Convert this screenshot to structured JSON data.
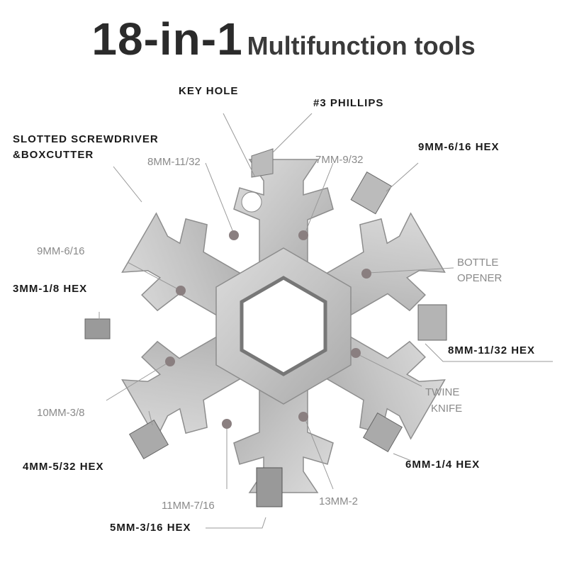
{
  "title": {
    "big": "18-in-1",
    "small": "Multifunction tools"
  },
  "labels": {
    "key_hole": "KEY  HOLE",
    "phillips": "#3 PHILLIPS",
    "slotted_1": "SLOTTED  SCREWDRIVER",
    "slotted_2": "&BOXCUTTER",
    "hex_9mm": "9MM-6/16 HEX",
    "hex_3mm": "3MM-1/8  HEX",
    "hex_8mm": "8MM-11/32 HEX",
    "hex_4mm": "4MM-5/32  HEX",
    "hex_6mm": "6MM-1/4  HEX",
    "hex_5mm": "5MM-3/16  HEX",
    "w_8mm": "8MM-11/32",
    "w_7mm": "7MM-9/32",
    "w_9mm": "9MM-6/16",
    "bottle_1": "BOTTLE",
    "bottle_2": "OPENER",
    "w_10mm": "10MM-3/8",
    "twine_1": "TWINE",
    "twine_2": "KNIFE",
    "w_11mm": "11MM-7/16",
    "w_13mm": "13MM-2"
  },
  "colors": {
    "steel": "#c8c8c8",
    "steel_dark": "#9a9a9a",
    "dot": "#8a7f80"
  }
}
